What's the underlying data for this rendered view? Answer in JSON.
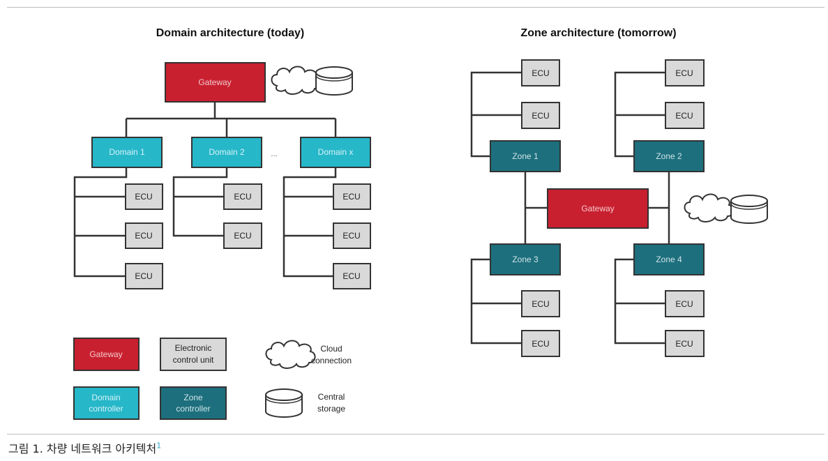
{
  "domain_arch": {
    "title": "Domain architecture (today)",
    "gateway": "Gateway",
    "domains": [
      "Domain 1",
      "Domain 2",
      "Domain x"
    ],
    "ellipsis": "...",
    "ecu": "ECU"
  },
  "zone_arch": {
    "title": "Zone architecture (tomorrow)",
    "gateway": "Gateway",
    "zones": [
      "Zone 1",
      "Zone 2",
      "Zone 3",
      "Zone 4"
    ],
    "ecu": "ECU"
  },
  "legend": {
    "gateway": "Gateway",
    "ecu_line1": "Electronic",
    "ecu_line2": "control unit",
    "domain_line1": "Domain",
    "domain_line2": "controller",
    "zone_line1": "Zone",
    "zone_line2": "controller",
    "cloud_line1": "Cloud",
    "cloud_line2": "connection",
    "storage_line1": "Central",
    "storage_line2": "storage"
  },
  "colors": {
    "gateway": "#c8202f",
    "domain": "#26b7c9",
    "zone": "#1d6f7d",
    "ecu_fill": "#d9d9d9",
    "line": "#333333"
  },
  "caption": {
    "text": "그림 1. 차량 네트워크 아키텍처",
    "footnote": "1"
  }
}
